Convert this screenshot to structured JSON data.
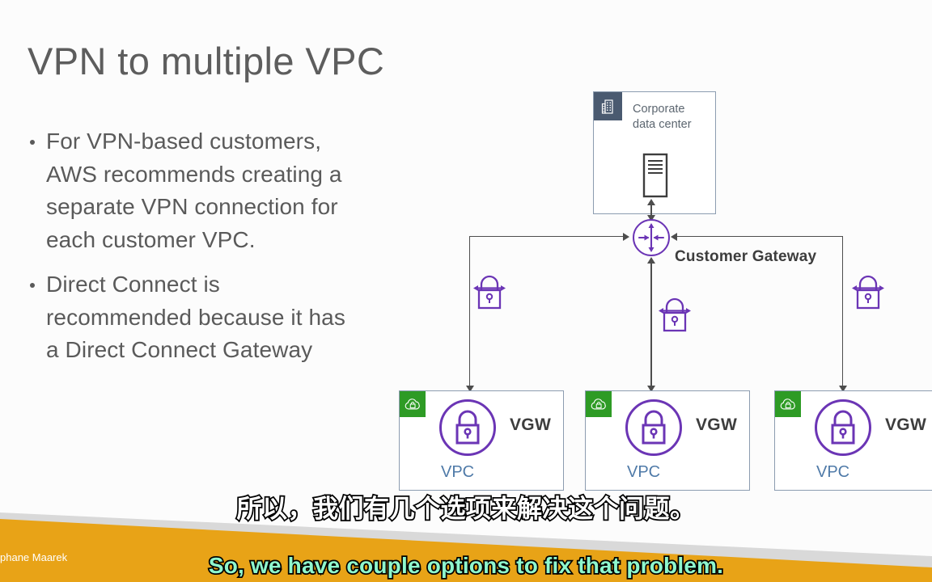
{
  "slide": {
    "title": "VPN to multiple VPC",
    "background_color": "#fcfcfc",
    "bullets": [
      "For VPN-based customers, AWS recommends creating a separate VPN connection for each customer VPC.",
      "Direct Connect is recommended because it has a Direct Connect Gateway"
    ]
  },
  "diagram": {
    "corporate": {
      "label": "Corporate\ndata center",
      "label_line1": "Corporate",
      "label_line2": "data center",
      "badge_icon": "building-icon",
      "badge_color": "#4a5a70",
      "server_icon": "server-rack-icon",
      "border_color": "#8c9cb0"
    },
    "customer_gateway": {
      "label": "Customer Gateway",
      "icon": "customer-gateway-icon",
      "color": "#6b35b5"
    },
    "vpn_connections": [
      {
        "icon": "vpn-connection-icon",
        "color": "#6b35b5"
      },
      {
        "icon": "vpn-connection-icon",
        "color": "#6b35b5"
      },
      {
        "icon": "vpn-connection-icon",
        "color": "#6b35b5"
      }
    ],
    "vpcs": [
      {
        "vpc_label": "VPC",
        "vgw_label": "VGW",
        "badge_icon": "vpc-cloud-lock-icon",
        "badge_color": "#2e9b25",
        "vgw_icon": "virtual-private-gateway-icon",
        "vgw_color": "#6b35b5",
        "label_color": "#4f7aa8"
      },
      {
        "vpc_label": "VPC",
        "vgw_label": "VGW",
        "badge_icon": "vpc-cloud-lock-icon",
        "badge_color": "#2e9b25",
        "vgw_icon": "virtual-private-gateway-icon",
        "vgw_color": "#6b35b5",
        "label_color": "#4f7aa8"
      },
      {
        "vpc_label": "VPC",
        "vgw_label": "VGW",
        "badge_icon": "vpc-cloud-lock-icon",
        "badge_color": "#2e9b25",
        "vgw_icon": "virtual-private-gateway-icon",
        "vgw_color": "#6b35b5",
        "label_color": "#4f7aa8"
      }
    ]
  },
  "footer": {
    "author": "phane Maarek",
    "banner_color": "#e8a317",
    "accent_gray": "#d9d9d9"
  },
  "subtitles": {
    "chinese": "所以，我们有几个选项来解决这个问题。",
    "english": "So, we have couple options to fix that problem.",
    "chinese_color": "#ffffff",
    "english_color": "#8ef7cd",
    "outline_color": "#000000"
  }
}
